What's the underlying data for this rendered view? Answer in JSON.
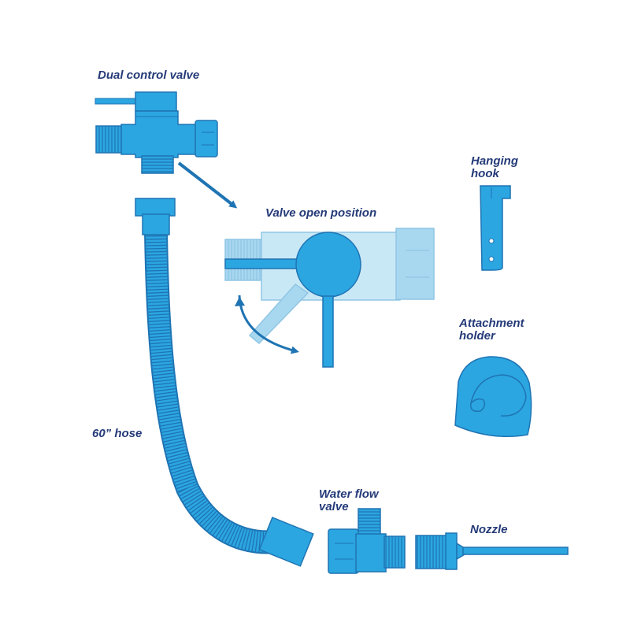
{
  "colors": {
    "part_fill": "#2ba6e1",
    "part_stroke": "#1f74b3",
    "ghost_fill": "#a8d8f0",
    "ghost_fill_light": "#c9e8f6",
    "ghost_stroke": "#8fc5e3",
    "arrow": "#1f74b3",
    "label_text": "#243a78"
  },
  "labels": {
    "dual_control_valve": "Dual control valve",
    "valve_open_position": "Valve open position",
    "hanging_hook_line1": "Hanging",
    "hanging_hook_line2": "hook",
    "attachment_holder_line1": "Attachment",
    "attachment_holder_line2": "holder",
    "hose": "60” hose",
    "water_flow_valve_line1": "Water flow",
    "water_flow_valve_line2": "valve",
    "nozzle": "Nozzle"
  },
  "icons": {
    "dual_control_valve": "tee-valve-icon",
    "valve_open_position": "valve-handle-detail-icon",
    "hanging_hook": "hook-icon",
    "attachment_holder": "holder-icon",
    "hose": "corrugated-hose-icon",
    "water_flow_valve": "inline-valve-icon",
    "nozzle": "nozzle-icon"
  }
}
